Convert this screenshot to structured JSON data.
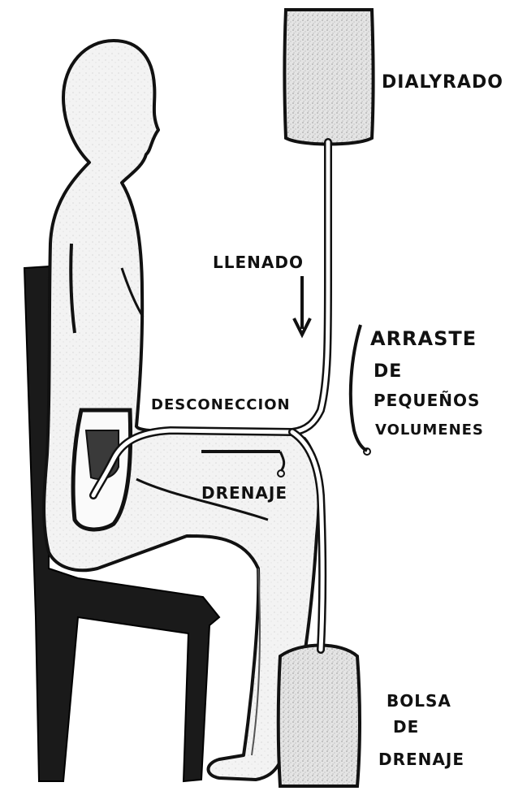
{
  "labels": {
    "dialysate": "DIALYRADO",
    "filling": "LLENADO",
    "dragging_line1": "ARRASTE",
    "dragging_line2": "DE",
    "dragging_line3": "PEQUEÑOS",
    "dragging_line4": "VOLUMENES",
    "disconnection": "DESCONECCION",
    "drainage": "DRENAJE",
    "bag_line1": "BOLSA",
    "bag_line2": "DE",
    "bag_line3": "DRENAJE"
  },
  "colors": {
    "ink": "#111111",
    "chair": "#1a1a1a",
    "shading": "#d8d8d8",
    "bag_fill": "#cfcfcf",
    "fluid": "#3a3a3a"
  }
}
